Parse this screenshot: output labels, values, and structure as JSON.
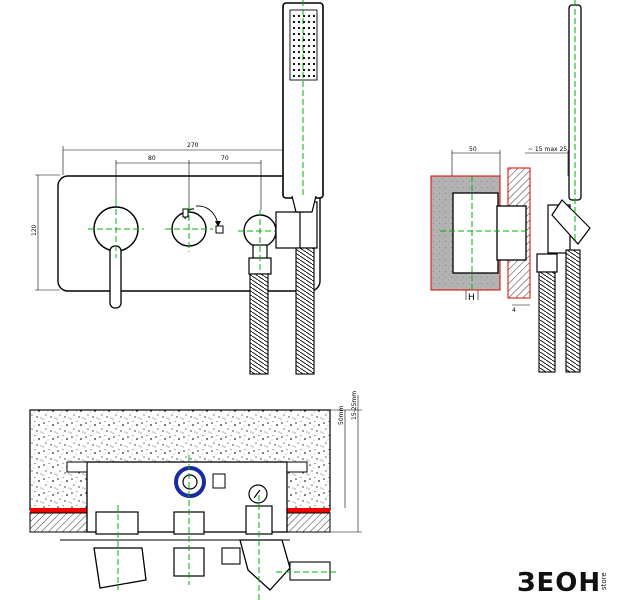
{
  "front_view": {
    "dim_total": "270",
    "dim_left": "80",
    "dim_right": "70",
    "dim_height": "120"
  },
  "side_view": {
    "dim_depth": "50",
    "dim_range": "~ 15 max 25",
    "dim_small": "4",
    "label_h": "H"
  },
  "section_view": {
    "dim_a": "50mm",
    "dim_b": "15-25mm"
  },
  "brand": {
    "name": "ЗЕОН",
    "suffix": "store"
  }
}
